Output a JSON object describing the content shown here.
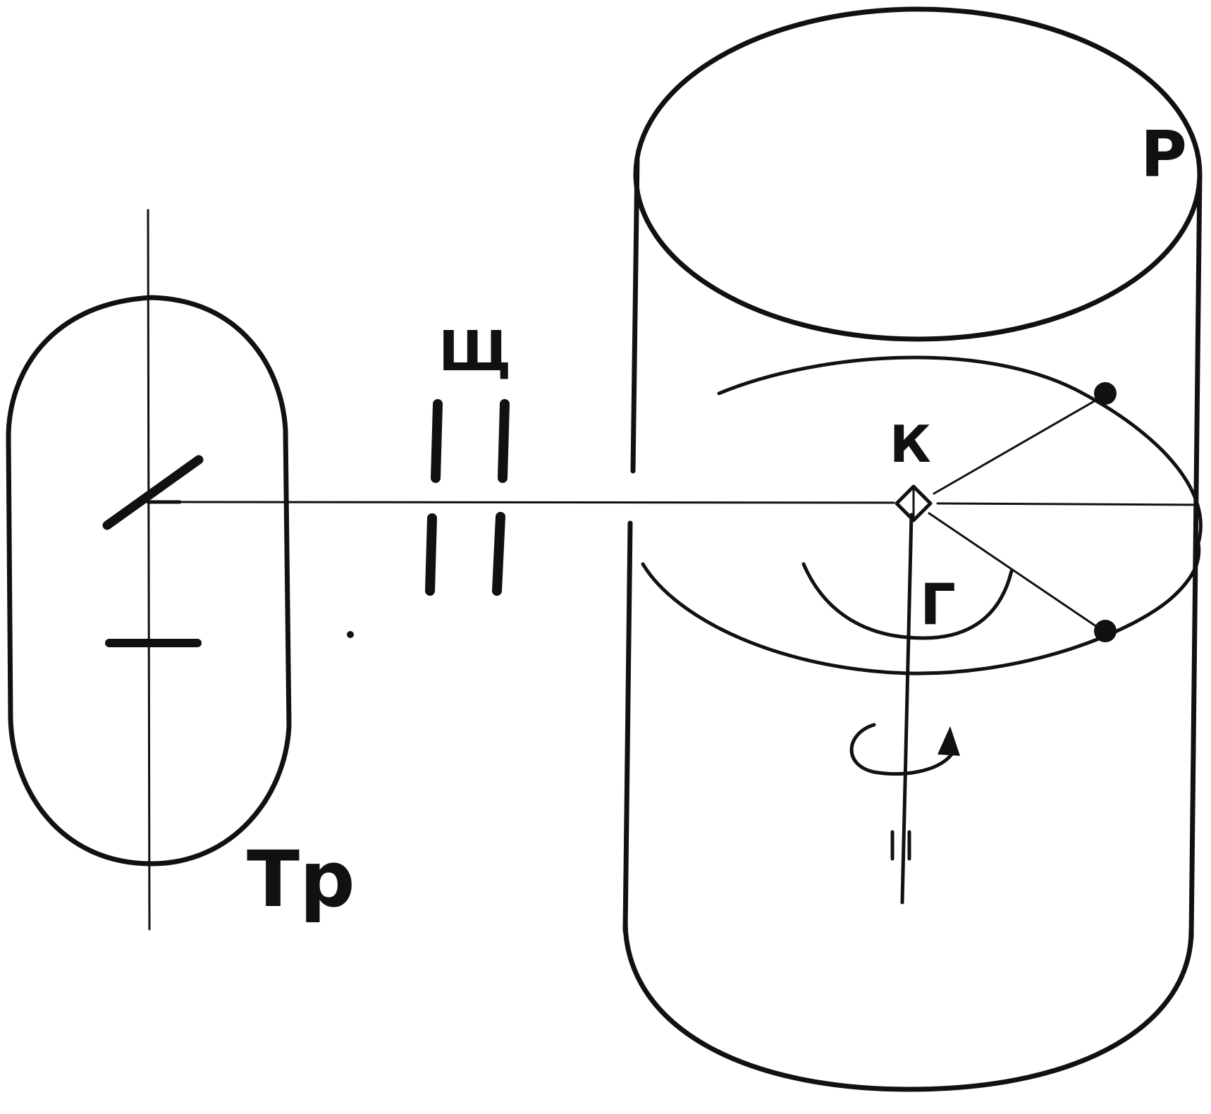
{
  "labels": {
    "tube": "Тр",
    "slit": "Щ",
    "crystal": "К",
    "goniometer": "Г",
    "drum": "Р"
  },
  "colors": {
    "ink": "#111111",
    "paper": "#ffffff"
  }
}
